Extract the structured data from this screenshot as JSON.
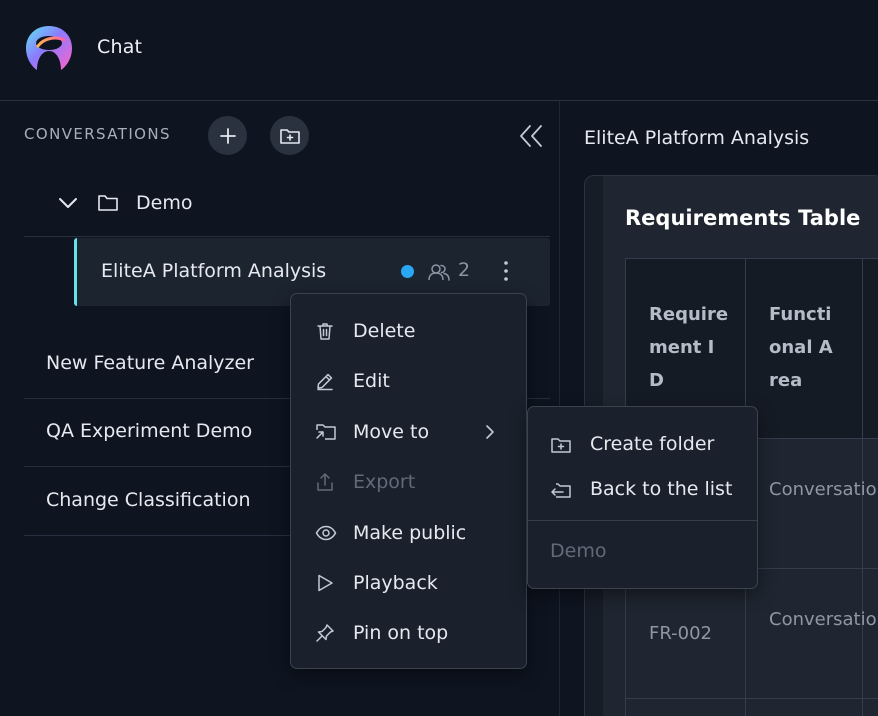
{
  "header": {
    "app_title": "Chat"
  },
  "sidebar": {
    "section_label": "CONVERSATIONS",
    "folder": {
      "name": "Demo",
      "expanded": true
    },
    "active_conversation": {
      "label": "EliteA Platform Analysis",
      "participants": "2",
      "status_color": "#29a7f2"
    },
    "conversations": [
      {
        "label": "New Feature Analyzer"
      },
      {
        "label": "QA Experiment Demo"
      },
      {
        "label": "Change Classification"
      }
    ]
  },
  "main": {
    "conversation_title": "EliteA Platform Analysis",
    "document": {
      "heading": "Requirements Table",
      "columns": [
        "Requirement ID",
        "Functional Area"
      ],
      "rows": [
        {
          "id": "",
          "area": "Conversations"
        },
        {
          "id": "FR-002",
          "area": "Conversations"
        }
      ]
    }
  },
  "context_menu": {
    "items": [
      {
        "label": "Delete",
        "icon": "trash-icon",
        "disabled": false
      },
      {
        "label": "Edit",
        "icon": "pencil-icon",
        "disabled": false
      },
      {
        "label": "Move to",
        "icon": "move-icon",
        "disabled": false,
        "has_submenu": true
      },
      {
        "label": "Export",
        "icon": "export-icon",
        "disabled": true
      },
      {
        "label": "Make public",
        "icon": "eye-icon",
        "disabled": false
      },
      {
        "label": "Playback",
        "icon": "play-icon",
        "disabled": false
      },
      {
        "label": "Pin on top",
        "icon": "pin-icon",
        "disabled": false
      }
    ]
  },
  "submenu": {
    "items": [
      {
        "label": "Create folder",
        "icon": "folder-plus-icon"
      },
      {
        "label": "Back to the list",
        "icon": "back-to-list-icon"
      }
    ],
    "folders": [
      "Demo"
    ]
  },
  "colors": {
    "accent": "#6ae0ee",
    "background": "#0e1521",
    "surface": "#1a212c"
  }
}
